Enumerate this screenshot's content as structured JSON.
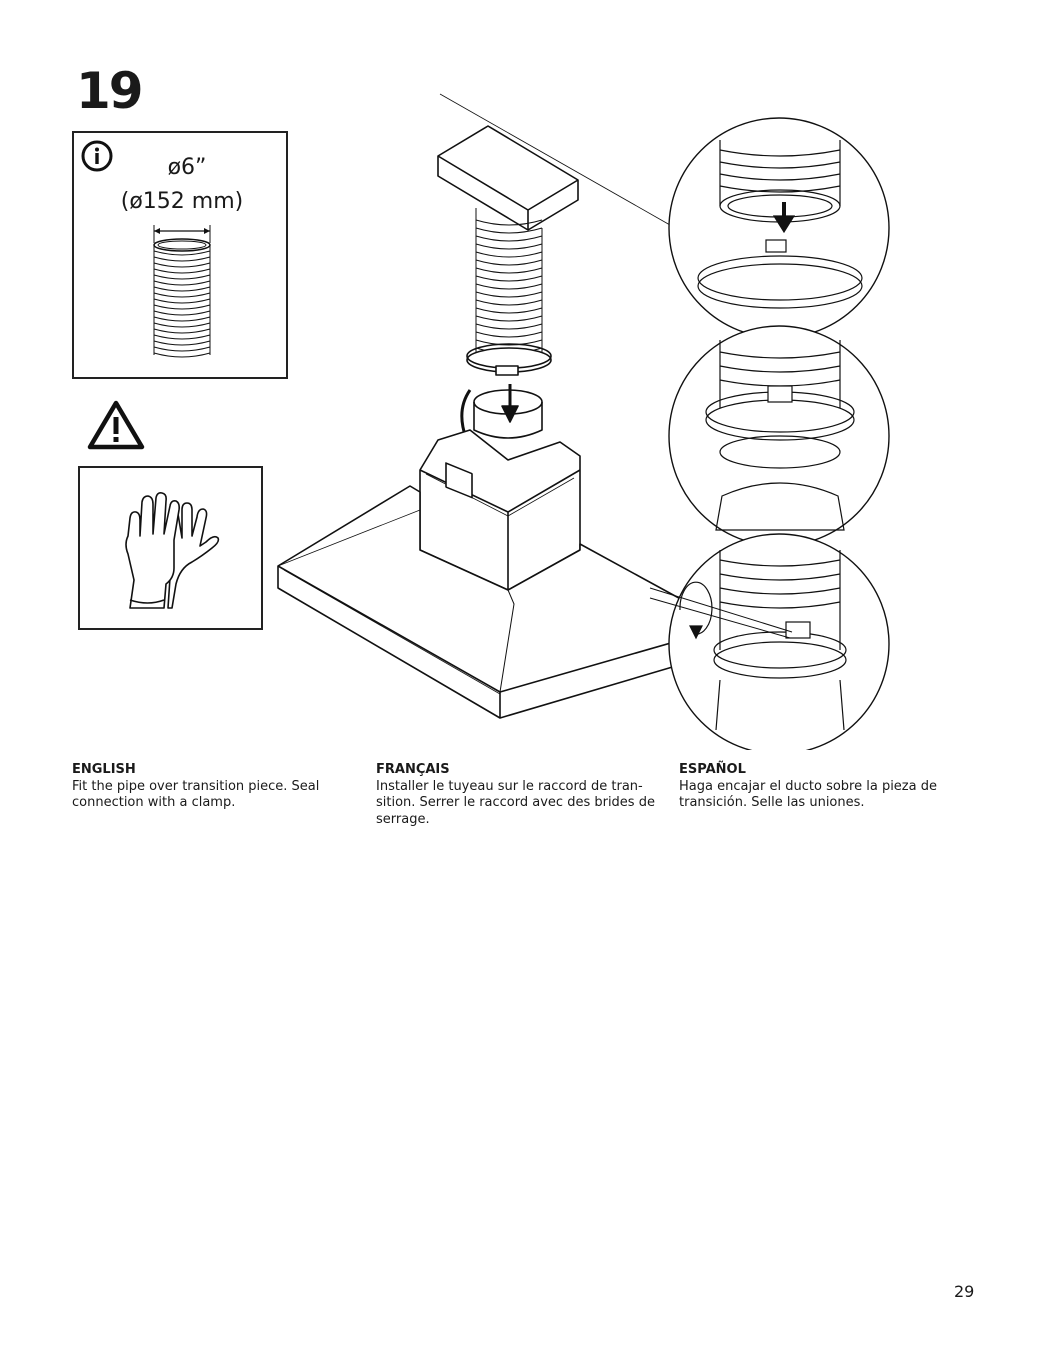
{
  "step": {
    "number": "19"
  },
  "info": {
    "diameter_in": "ø6”",
    "diameter_mm": "(ø152 mm)"
  },
  "icons": {
    "info": "info-icon",
    "warning": "warning-triangle-icon",
    "gloves": "gloves-icon"
  },
  "instructions": [
    {
      "language": "ENGLISH",
      "text": "Fit the pipe over transition piece. Seal connection with a clamp."
    },
    {
      "language": "FRANÇAIS",
      "text": "Installer le tuyeau sur le raccord de tran-sition. Serrer le raccord avec des brides de serrage."
    },
    {
      "language": "ESPAÑOL",
      "text": "Haga encajar el ducto sobre la pieza de transición. Selle las uniones."
    }
  ],
  "page": {
    "number": "29"
  }
}
